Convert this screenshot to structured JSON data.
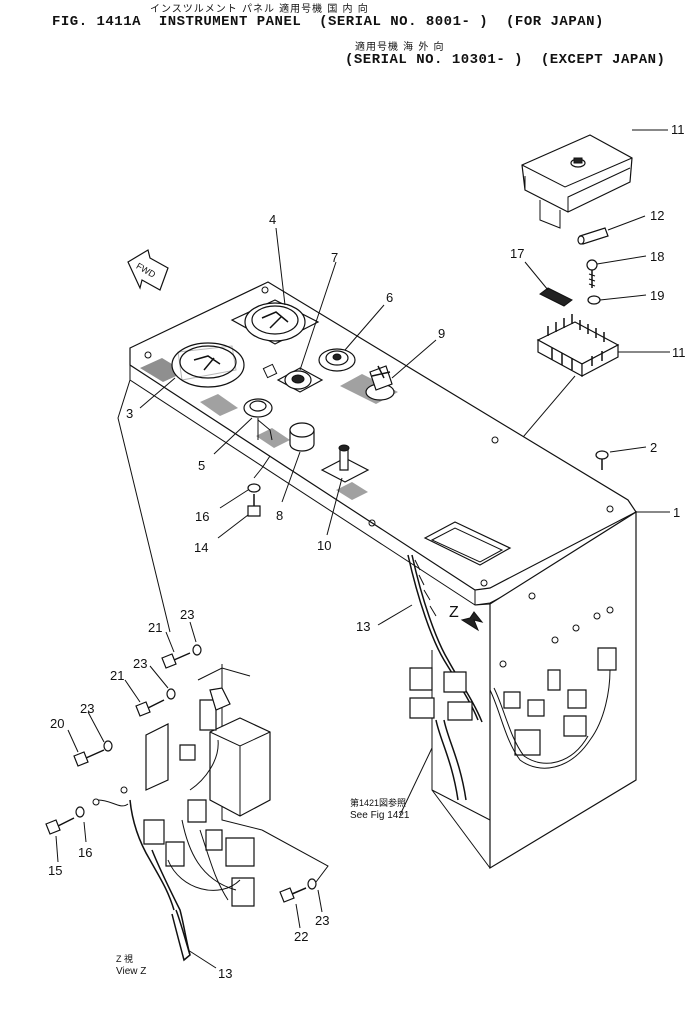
{
  "header": {
    "jp_line1": "インスツルメント パネル   適用号機       国 内 向",
    "fig": "FIG. 1411A",
    "title": "INSTRUMENT PANEL",
    "serial_japan": "(SERIAL NO. 8001- )",
    "for_japan": "(FOR JAPAN)",
    "jp_line2": "適用号機         海 外 向",
    "serial_export": "(SERIAL NO. 10301- )",
    "except_japan": "(EXCEPT JAPAN)"
  },
  "labels": {
    "fwd": "FWD",
    "z_arrow": "Z",
    "see_fig_jp": "第1421図参照",
    "see_fig": "See Fig 1421",
    "view_z_jp": "Z  視",
    "view_z": "View Z"
  },
  "callouts": [
    {
      "id": "c11a",
      "text": "11"
    },
    {
      "id": "c12",
      "text": "12"
    },
    {
      "id": "c17",
      "text": "17"
    },
    {
      "id": "c18",
      "text": "18"
    },
    {
      "id": "c19",
      "text": "19"
    },
    {
      "id": "c11b",
      "text": "11"
    },
    {
      "id": "c4",
      "text": "4"
    },
    {
      "id": "c7",
      "text": "7"
    },
    {
      "id": "c6",
      "text": "6"
    },
    {
      "id": "c9",
      "text": "9"
    },
    {
      "id": "c3",
      "text": "3"
    },
    {
      "id": "c2",
      "text": "2"
    },
    {
      "id": "c5",
      "text": "5"
    },
    {
      "id": "c1",
      "text": "1"
    },
    {
      "id": "c16a",
      "text": "16"
    },
    {
      "id": "c8",
      "text": "8"
    },
    {
      "id": "c10",
      "text": "10"
    },
    {
      "id": "c14",
      "text": "14"
    },
    {
      "id": "c13a",
      "text": "13"
    },
    {
      "id": "c23a",
      "text": "23"
    },
    {
      "id": "c21a",
      "text": "21"
    },
    {
      "id": "c23b",
      "text": "23"
    },
    {
      "id": "c21b",
      "text": "21"
    },
    {
      "id": "c20",
      "text": "20"
    },
    {
      "id": "c23c",
      "text": "23"
    },
    {
      "id": "c15",
      "text": "15"
    },
    {
      "id": "c16b",
      "text": "16"
    },
    {
      "id": "c22",
      "text": "22"
    },
    {
      "id": "c23d",
      "text": "23"
    },
    {
      "id": "c13b",
      "text": "13"
    }
  ]
}
